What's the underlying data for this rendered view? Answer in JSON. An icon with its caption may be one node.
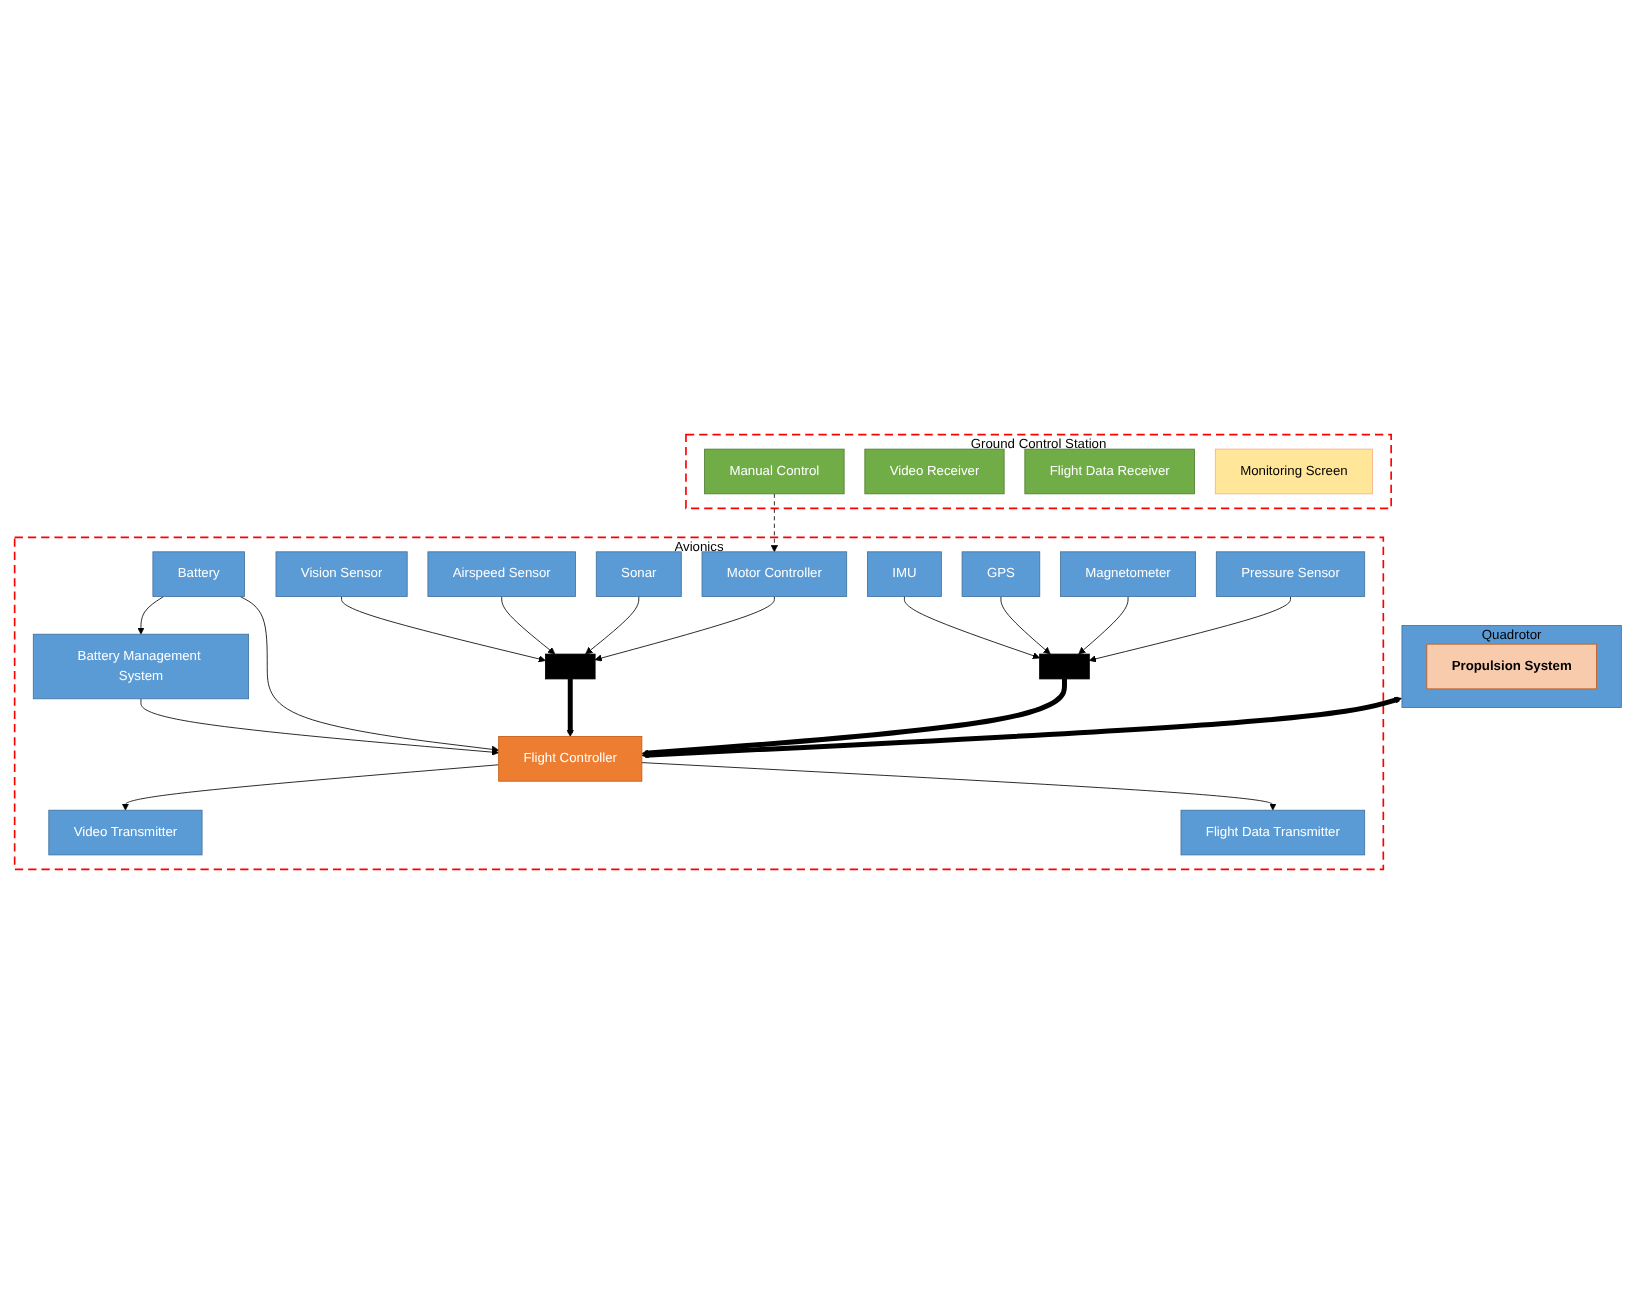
{
  "diagram": {
    "nodes": [
      {
        "text": [
          "Quadrotor"
        ]
      },
      {
        "text": [
          "Propulsion System"
        ],
        "in": 0
      },
      {
        "text": [
          "Avionics"
        ]
      },
      {
        "text": [
          "Battery Management System"
        ],
        "in": 2
      },
      {
        "text": [
          "Battery"
        ],
        "in": 2
      },
      {
        "text": [
          "Vision Sensor"
        ],
        "in": 2
      },
      {
        "text": [
          "Airspeed Sensor"
        ],
        "in": 2
      },
      {
        "text": [
          "Sonar"
        ],
        "in": 2
      },
      {
        "text": [
          "Motor Controller"
        ],
        "in": 2
      },
      {
        "text": [
          "Flight Controller"
        ],
        "in": 2
      },
      {
        "text": [
          "Video Transmitter"
        ],
        "in": 2
      },
      {
        "text": [
          "Flight Data Transmitter"
        ],
        "in": 2
      },
      {
        "text": [
          "IMU"
        ],
        "in": 2
      },
      {
        "text": [
          "GPS"
        ],
        "in": 2
      },
      {
        "text": [
          "Magnetometer"
        ],
        "in": 2
      },
      {
        "text": [
          "Pressure Sensor"
        ],
        "in": 2
      },
      {
        "text": [],
        "shape": "bar",
        "in": 2
      },
      {
        "text": [],
        "shape": "bar",
        "in": 2
      },
      {
        "text": [
          "Ground Control Station"
        ]
      },
      {
        "text": [
          "Manual Control"
        ],
        "in": 18
      },
      {
        "text": [
          "Video Receiver"
        ],
        "in": 18
      },
      {
        "text": [
          "Flight Data Receiver"
        ],
        "in": 18
      },
      {
        "text": [
          "Monitoring Screen"
        ],
        "in": 18
      }
    ],
    "edges": [
      {
        "from": 0,
        "to": 9,
        "arrow": "both",
        "style": "thick"
      },
      {
        "from": 3,
        "to": 9,
        "arrow": "to"
      },
      {
        "from": 4,
        "to": 3,
        "arrow": "to"
      },
      {
        "from": 4,
        "to": 9,
        "arrow": "to"
      },
      {
        "from": 9,
        "to": 10,
        "arrow": "to"
      },
      {
        "from": 9,
        "to": 11,
        "arrow": "to"
      },
      {
        "from": 5,
        "to": 16,
        "arrow": "to"
      },
      {
        "from": 6,
        "to": 16,
        "arrow": "to"
      },
      {
        "from": 7,
        "to": 16,
        "arrow": "to"
      },
      {
        "from": 8,
        "to": 16,
        "arrow": "to"
      },
      {
        "from": 16,
        "to": 9,
        "arrow": "to",
        "style": "thick"
      },
      {
        "from": 12,
        "to": 17,
        "arrow": "to"
      },
      {
        "from": 13,
        "to": 17,
        "arrow": "to"
      },
      {
        "from": 14,
        "to": 17,
        "arrow": "to"
      },
      {
        "from": 15,
        "to": 17,
        "arrow": "to"
      },
      {
        "from": 17,
        "to": 9,
        "arrow": "to",
        "style": "thick"
      },
      {
        "from": 19,
        "to": 8,
        "arrow": "to",
        "style": "dashed"
      }
    ]
  }
}
